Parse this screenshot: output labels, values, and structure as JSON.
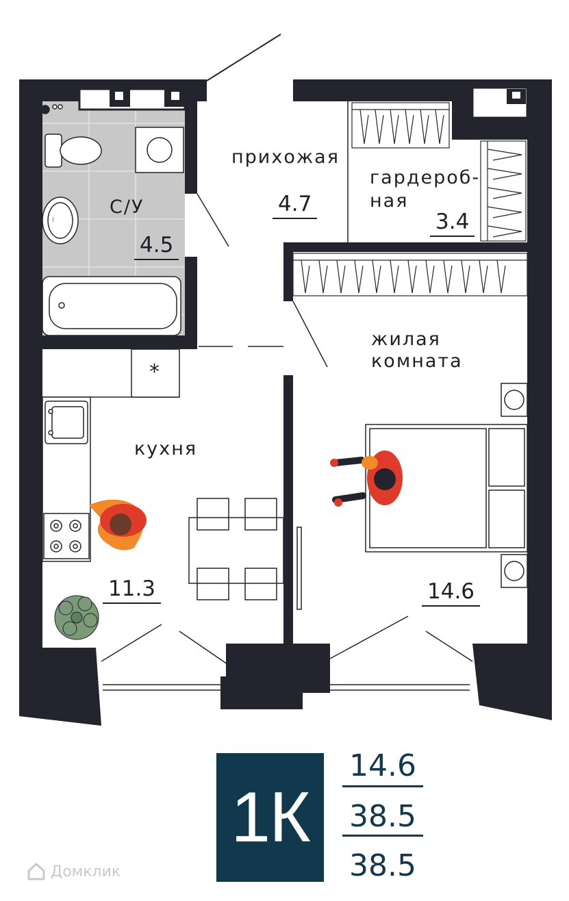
{
  "rooms": {
    "bathroom": {
      "label": "С/У",
      "area": "4.5"
    },
    "hallway": {
      "label": "прихожая",
      "area": "4.7"
    },
    "wardrobe": {
      "label_line1": "гардероб-",
      "label_line2": "ная",
      "area": "3.4"
    },
    "living": {
      "label_line1": "жилая",
      "label_line2": "комната",
      "area": "14.6"
    },
    "kitchen": {
      "label": "кухня",
      "area": "11.3"
    },
    "utility_mark": "*"
  },
  "summary": {
    "type_badge": "1К",
    "living_area": "14.6",
    "total_area": "38.5",
    "area_with_balcony": "38.5"
  },
  "watermark": "Домклик",
  "colors": {
    "wall": "#24242e",
    "bathroom_floor": "#c8c8c8",
    "badge_bg": "#12384e",
    "figure_orange": "#f08a2a",
    "figure_red": "#e03a2a",
    "plant": "#7a9a78"
  }
}
